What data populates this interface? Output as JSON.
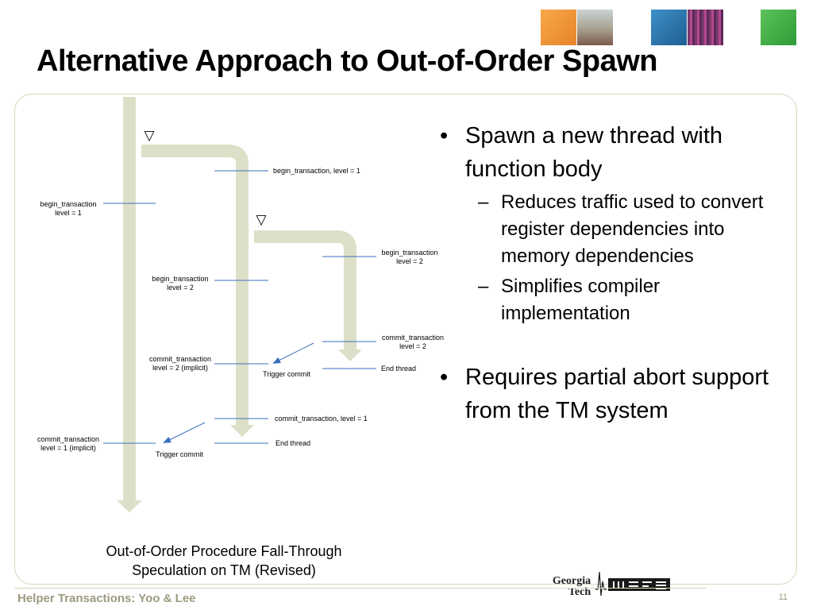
{
  "slide": {
    "title": "Alternative Approach to Out-of-Order Spawn",
    "footer": "Helper Transactions: Yoo & Lee",
    "page_number": "11"
  },
  "diagram": {
    "caption_line1": "Out-of-Order Procedure Fall-Through",
    "caption_line2": "Speculation on TM (Revised)",
    "spawn_markers": [
      "▽",
      "▽"
    ],
    "labels": {
      "t2_begin": "begin_transaction, level = 1",
      "t1_begin_line1": "begin_transaction",
      "t1_begin_line2": "level = 1",
      "t3_begin_line1": "begin_transaction",
      "t3_begin_line2": "level = 2",
      "t2_begin2_line1": "begin_transaction",
      "t2_begin2_line2": "level = 2",
      "t3_commit_line1": "commit_transaction",
      "t3_commit_line2": "level = 2",
      "t3_end": "End thread",
      "t2_commit_implicit_line1": "commit_transaction",
      "t2_commit_implicit_line2": "level = 2 (implicit)",
      "trigger_commit_1": "Trigger commit",
      "t2_commit": "commit_transaction, level = 1",
      "t2_end": "End thread",
      "t1_commit_implicit_line1": "commit_transaction",
      "t1_commit_implicit_line2": "level = 1 (implicit)",
      "trigger_commit_2": "Trigger commit"
    }
  },
  "bullets": {
    "b1_text": "Spawn a new thread with function body",
    "b1_sub1": "Reduces traffic used to convert register dependencies into memory dependencies",
    "b1_sub2": "Simplifies compiler implementation",
    "b2_text": "Requires partial abort support from the TM system",
    "bullet_glyph": "•",
    "dash_glyph": "–"
  },
  "logo": {
    "text_line1": "Georgia",
    "text_line2": "Tech"
  },
  "colors": {
    "thread_bar": "#dde0c8",
    "leader_line": "#3a6fbd",
    "frame": "#d9d5bd",
    "footer_text": "#9e9a7f"
  }
}
